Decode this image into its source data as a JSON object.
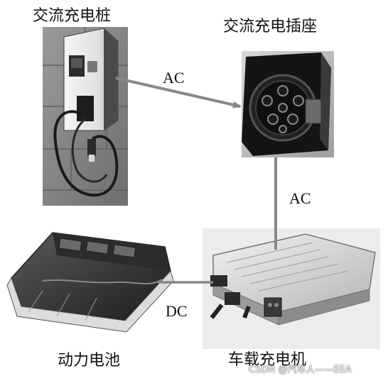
{
  "nodes": {
    "ac_pile": {
      "label": "交流充电桩"
    },
    "ac_socket": {
      "label": "交流充电插座"
    },
    "battery": {
      "label": "动力电池"
    },
    "charger": {
      "label": "车载充电机"
    }
  },
  "edges": [
    {
      "from": "ac_pile",
      "to": "ac_socket",
      "label": "AC"
    },
    {
      "from": "ac_socket",
      "to": "charger",
      "label": "AC"
    },
    {
      "from": "charger",
      "to": "battery",
      "label": "DC"
    }
  ],
  "watermark": "CSDN @汽车人——EEA"
}
